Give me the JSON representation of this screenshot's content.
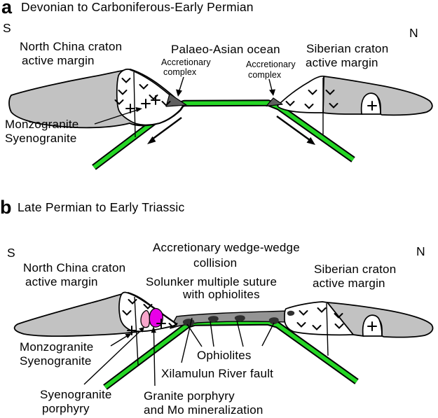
{
  "figure": {
    "description": "Two-panel tectonic evolution cross-section diagram"
  },
  "panel_a": {
    "letter": "a",
    "title": "Devonian to Carboniferous-Early Permian",
    "south": "S",
    "north": "N",
    "ncc_line1": "North China craton",
    "ncc_line2": "active margin",
    "ocean": "Palaeo-Asian ocean",
    "acc_left_line1": "Accretionary",
    "acc_left_line2": "complex",
    "acc_right_line1": "Accretionary",
    "acc_right_line2": "complex",
    "siberian_line1": "Siberian craton",
    "siberian_line2": "active margin",
    "monzogranite": "Monzogranite",
    "syenogranite": "Syenogranite"
  },
  "panel_b": {
    "letter": "b",
    "title": "Late Permian to Early Triassic",
    "south": "S",
    "north": "N",
    "ncc_line1": "North China craton",
    "ncc_line2": "active margin",
    "collision_line1": "Accretionary wedge-wedge",
    "collision_line2": "collision",
    "suture_line1": "Solunker multiple suture",
    "suture_line2": "with ophiolites",
    "siberian_line1": "Siberian craton",
    "siberian_line2": "active margin",
    "monzogranite": "Monzogranite",
    "syenogranite": "Syenogranite",
    "ophiolites": "Ophiolites",
    "xilamulun_fault": "Xilamulun River fault",
    "syenogranite_porphyry_line1": "Syenogranite",
    "syenogranite_porphyry_line2": "porphyry",
    "granite_porphyry_line1": "Granite porphyry",
    "granite_porphyry_line2": "and Mo mineralization"
  },
  "colors": {
    "slab_green": "#25d625",
    "craton_gray": "#c2c2c2",
    "wedge_gray": "#606060",
    "suture_band_gray": "#949494",
    "ophiolite_dark": "#303030",
    "magenta": "#e800e8",
    "pink": "#f7a6cb",
    "outline": "#000000",
    "background": "#ffffff"
  }
}
